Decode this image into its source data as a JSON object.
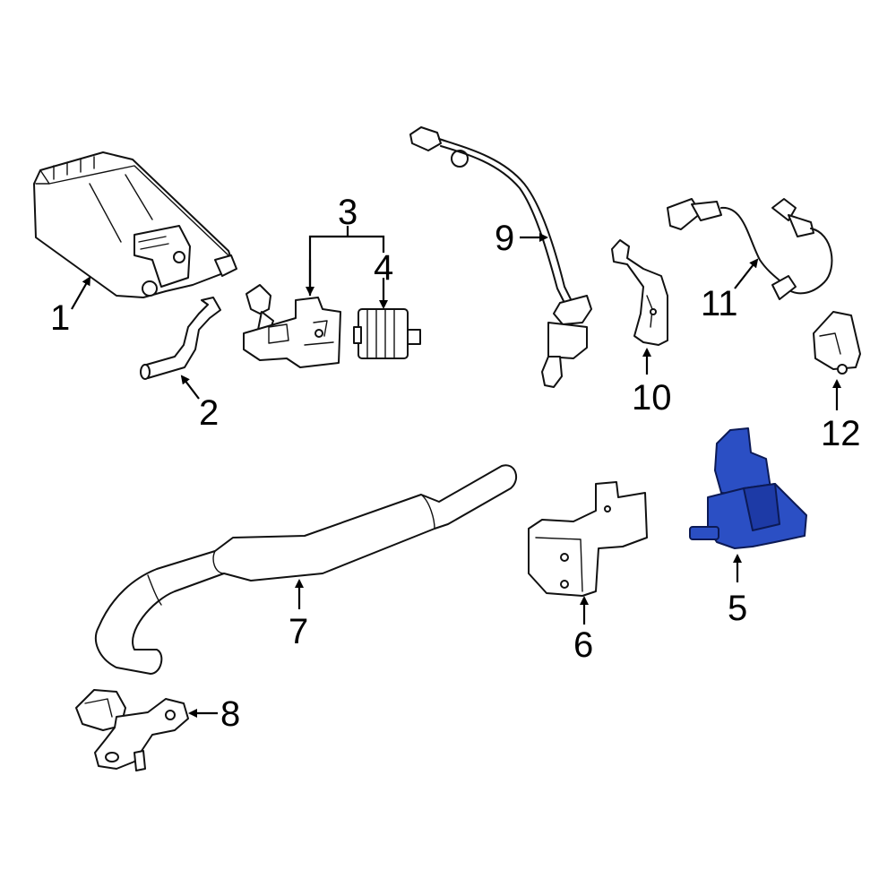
{
  "callouts": [
    {
      "id": "1",
      "label": "1"
    },
    {
      "id": "2",
      "label": "2"
    },
    {
      "id": "3",
      "label": "3"
    },
    {
      "id": "4",
      "label": "4"
    },
    {
      "id": "5",
      "label": "5"
    },
    {
      "id": "6",
      "label": "6"
    },
    {
      "id": "7",
      "label": "7"
    },
    {
      "id": "8",
      "label": "8"
    },
    {
      "id": "9",
      "label": "9"
    },
    {
      "id": "10",
      "label": "10"
    },
    {
      "id": "11",
      "label": "11"
    },
    {
      "id": "12",
      "label": "12"
    }
  ],
  "highlight": {
    "part": "5",
    "color": "#2b4fc4"
  }
}
